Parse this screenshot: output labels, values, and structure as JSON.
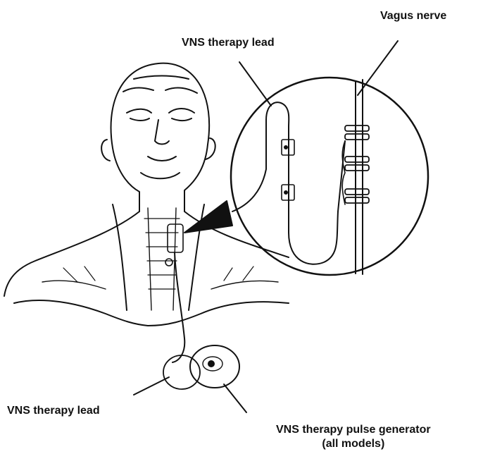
{
  "labels": {
    "vagus_nerve": "Vagus nerve",
    "lead_top": "VNS therapy lead",
    "lead_bottom": "VNS therapy lead",
    "generator_line1": "VNS therapy pulse generator",
    "generator_line2": "(all models)"
  },
  "colors": {
    "ink": "#111111",
    "shade": "#555555"
  }
}
